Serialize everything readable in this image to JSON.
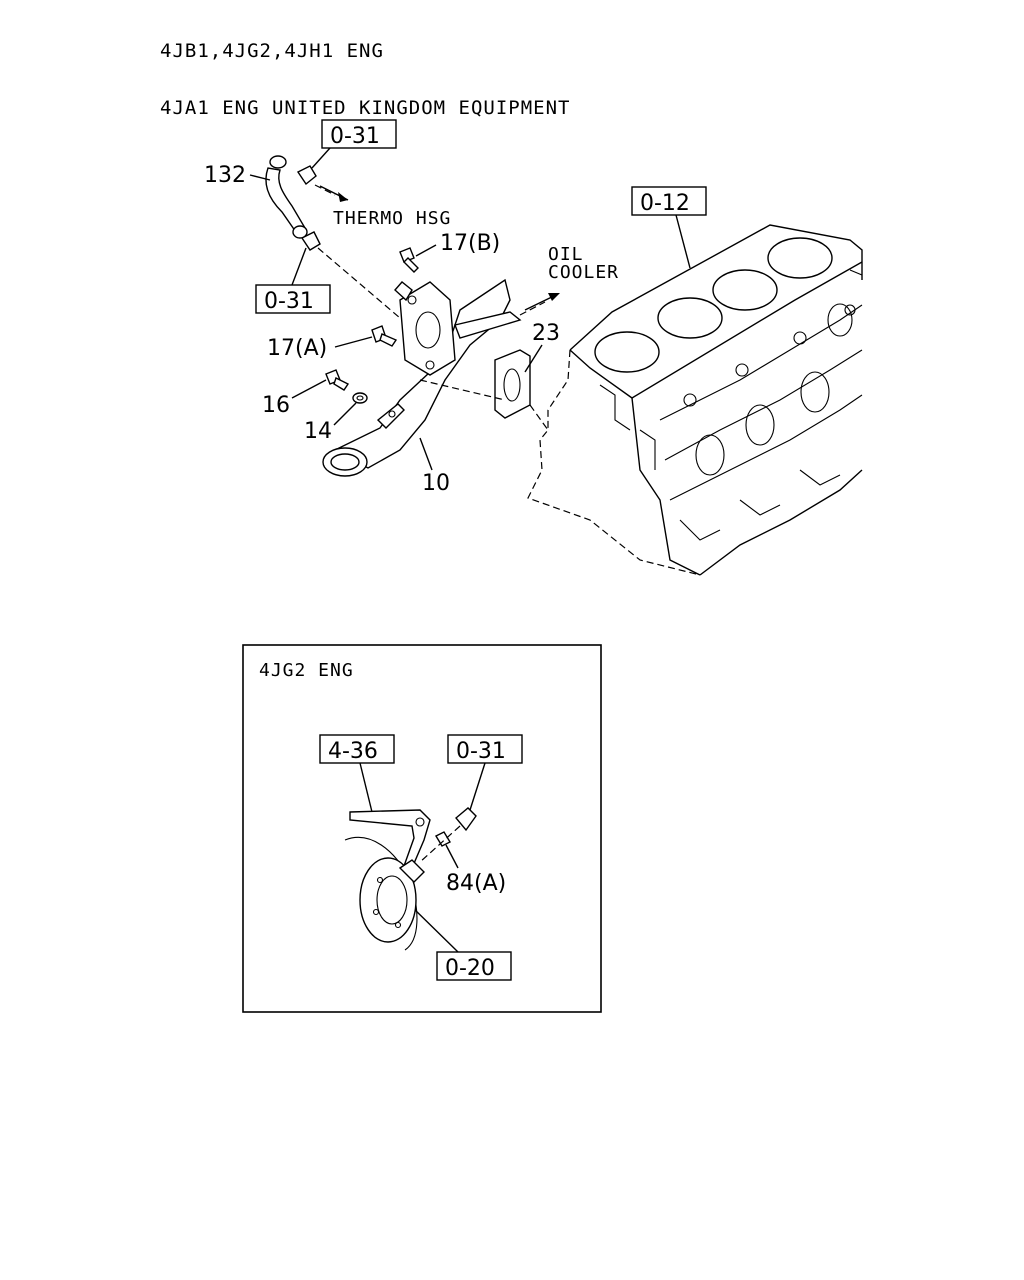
{
  "header": {
    "line1": "4JB1,4JG2,4JH1 ENG",
    "line2": "4JA1 ENG UNITED KINGDOM EQUIPMENT"
  },
  "main_diagram": {
    "refs": {
      "ref_top": "0-31",
      "ref_left": "0-31",
      "ref_block": "0-12"
    },
    "notes": {
      "thermo": "THERMO HSG",
      "oil_line1": "OIL",
      "oil_line2": "COOLER"
    },
    "callouts": {
      "hose": "132",
      "bolt_b": "17(B)",
      "bolt_a": "17(A)",
      "gasket": "23",
      "bolt": "16",
      "washer": "14",
      "pipe": "10"
    }
  },
  "inset": {
    "title": "4JG2 ENG",
    "refs": {
      "ref_bracket": "4-36",
      "ref_plug": "0-31",
      "ref_pump": "0-20"
    },
    "callouts": {
      "nut": "84(A)"
    }
  }
}
